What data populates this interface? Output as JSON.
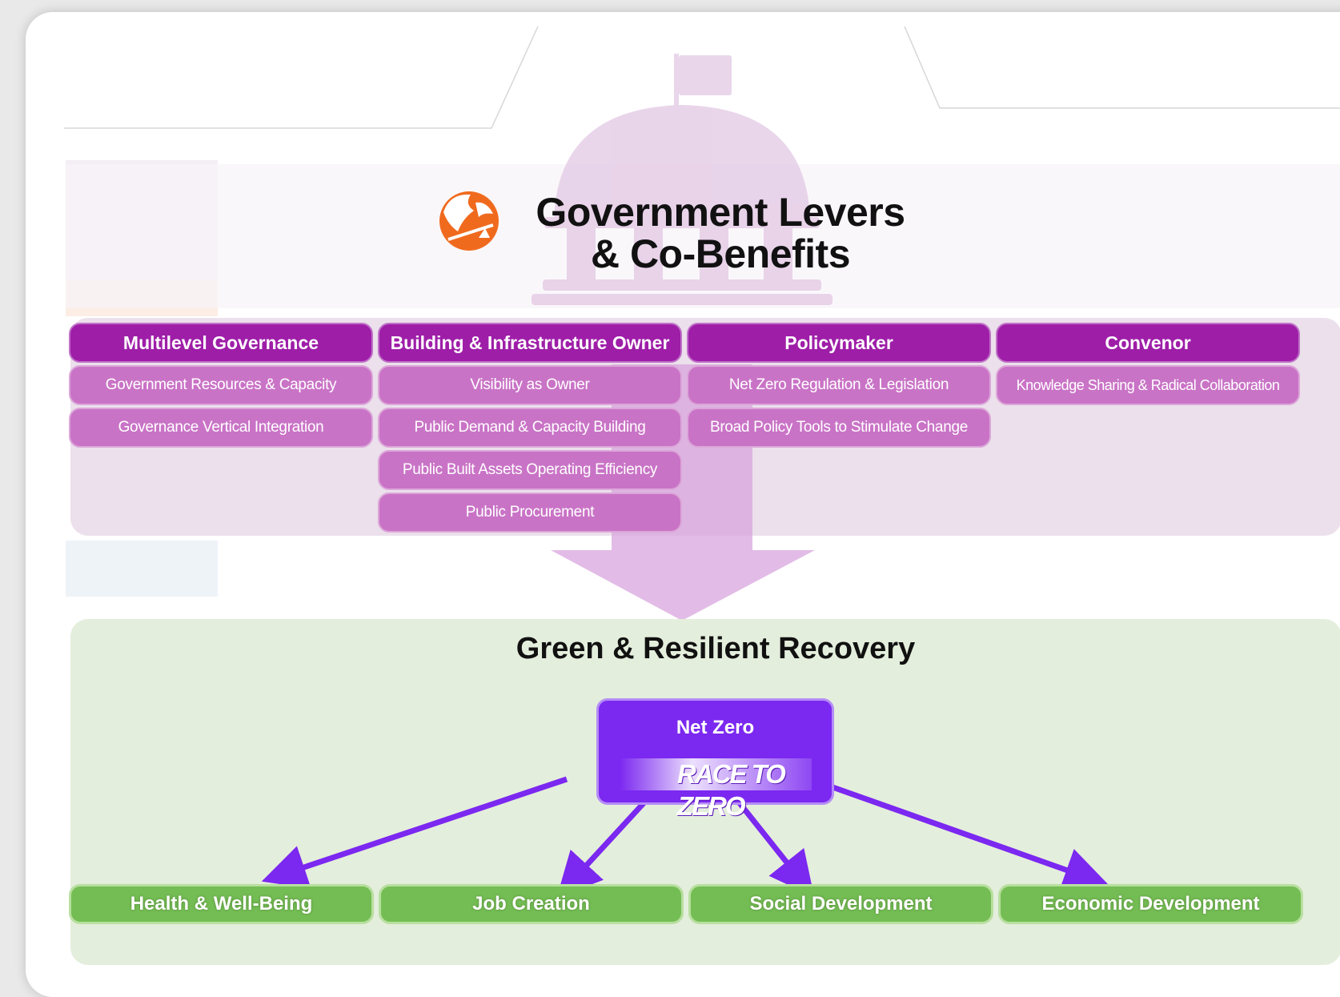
{
  "title": {
    "line1": "Government Levers",
    "line2": "& Co-Benefits"
  },
  "levers": [
    {
      "heading": "Multilevel Governance",
      "items": [
        "Government Resources & Capacity",
        "Governance Vertical Integration"
      ]
    },
    {
      "heading": "Building & Infrastructure Owner",
      "items": [
        "Visibility as Owner",
        "Public Demand & Capacity Building",
        "Public Built Assets Operating Efficiency",
        "Public Procurement"
      ]
    },
    {
      "heading": "Policymaker",
      "items": [
        "Net Zero Regulation & Legislation",
        "Broad Policy Tools to Stimulate Change"
      ]
    },
    {
      "heading": "Convenor",
      "items": [
        "Knowledge Sharing & Radical Collaboration"
      ]
    }
  ],
  "recovery": {
    "title": "Green & Resilient Recovery",
    "center": {
      "label": "Net Zero",
      "logo_text": "RACE TO ZERO"
    },
    "benefits": [
      "Health & Well-Being",
      "Job Creation",
      "Social Development",
      "Economic Development"
    ]
  },
  "colors": {
    "lever_heading": "#9e1ea8",
    "lever_item": "#c973c6",
    "net_zero": "#7b28f0",
    "benefit": "#74bd54",
    "recovery_panel": "#e4eedc",
    "logo_orange": "#f06a1e"
  },
  "icons": [
    "globe-scale-icon",
    "capitol-building-icon",
    "down-arrow-icon"
  ]
}
